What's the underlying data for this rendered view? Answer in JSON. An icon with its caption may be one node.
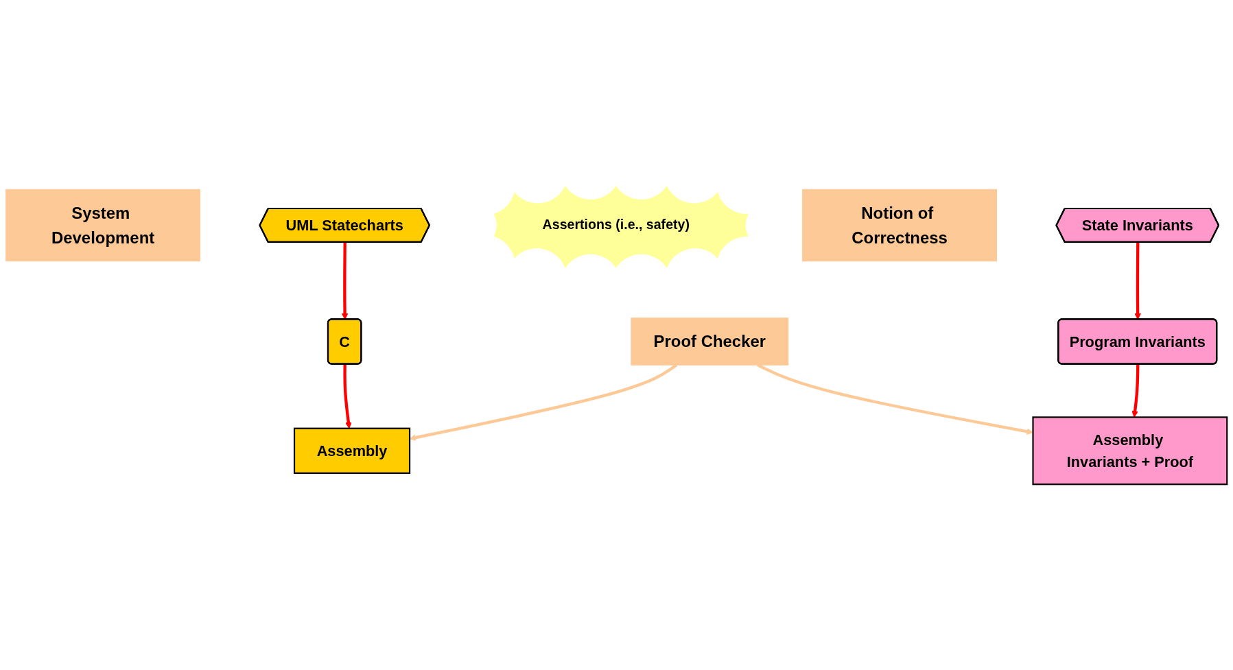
{
  "diagram": {
    "nodes": [
      {
        "text": [
          "System Development"
        ]
      },
      {
        "text": [
          "Notion of Correctness"
        ]
      },
      {
        "text": [
          "UML Statecharts"
        ]
      },
      {
        "text": [
          "State Invariants"
        ]
      },
      {
        "text": [
          "C"
        ]
      },
      {
        "text": [
          "Assertions (i.e., safety)"
        ]
      },
      {
        "text": [
          "Program Invariants"
        ]
      },
      {
        "text": [
          "Assembly"
        ]
      },
      {
        "text": [
          "Proof Checker"
        ]
      },
      {
        "text": [
          "Assembly Invariants + Proof"
        ]
      }
    ],
    "edges": [
      {
        "from": 2,
        "to": 4,
        "arrow": "to"
      },
      {
        "from": 4,
        "to": 7,
        "arrow": "to"
      },
      {
        "from": 3,
        "to": 6,
        "arrow": "to"
      },
      {
        "from": 6,
        "to": 9,
        "arrow": "to"
      },
      {
        "from": 8,
        "to": 7,
        "arrow": "to",
        "color": "#fcc997"
      },
      {
        "from": 8,
        "to": 9,
        "arrow": "to",
        "color": "#fcc997"
      }
    ]
  }
}
